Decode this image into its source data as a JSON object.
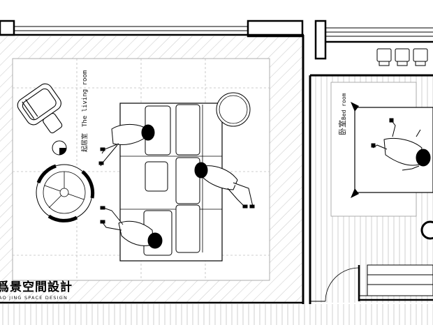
{
  "rooms": {
    "living": {
      "label_cn": "起居室",
      "label_en": "The living room"
    },
    "bedroom": {
      "label_cn": "卧室",
      "label_en": "Bed room"
    }
  },
  "logo": {
    "name_cn": "爲景空間設計",
    "name_en": "AO JING SPACE DESIGN"
  },
  "colors": {
    "line": "#000000",
    "hatch": "#c8c8c8",
    "grid": "#bdbdbd",
    "background": "#ffffff"
  }
}
